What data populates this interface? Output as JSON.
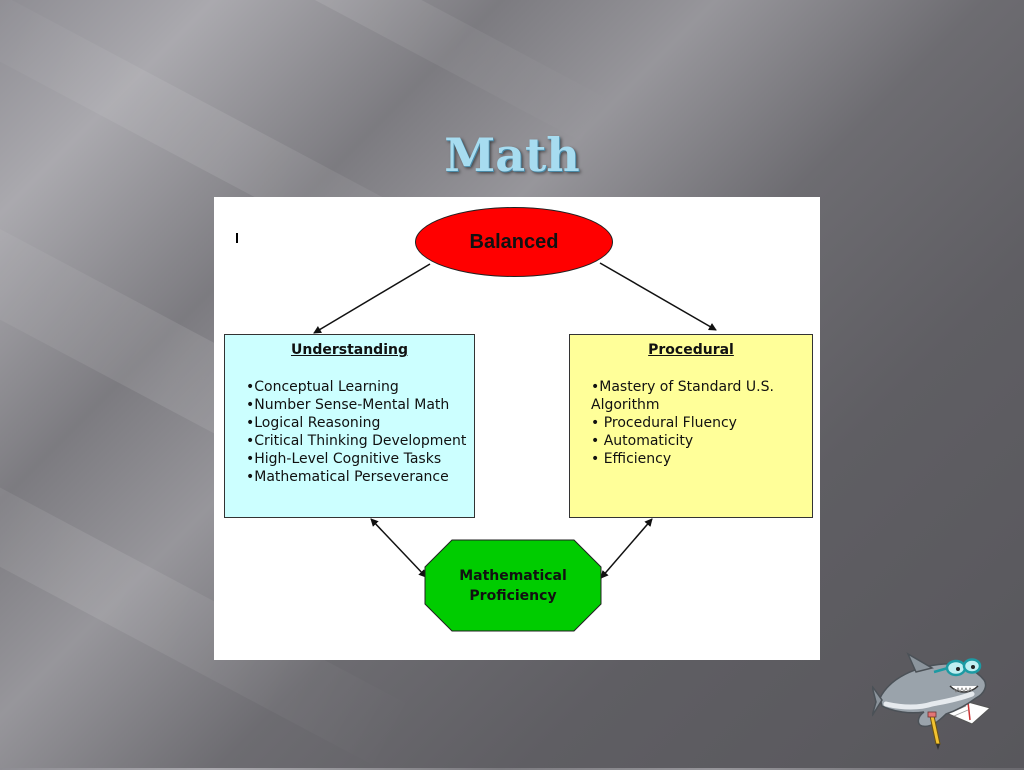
{
  "slide": {
    "title": "Math"
  },
  "diagram": {
    "top": {
      "label": "Balanced",
      "color": "#ff0000"
    },
    "left_box": {
      "heading": "Understanding",
      "color": "#ccffff",
      "items": [
        "•Conceptual Learning",
        "•Number Sense-Mental Math",
        "•Logical Reasoning",
        "•Critical Thinking Development",
        "•High-Level Cognitive Tasks",
        "•Mathematical Perseverance"
      ]
    },
    "right_box": {
      "heading": "Procedural",
      "color": "#ffff99",
      "items": [
        "•Mastery of Standard U.S. Algorithm",
        "• Procedural Fluency",
        "• Automaticity",
        "• Efficiency"
      ]
    },
    "bottom": {
      "line1": "Mathematical",
      "line2": "Proficiency",
      "color": "#00cc00"
    }
  },
  "icons": {
    "mascot": "shark-mascot-icon"
  }
}
